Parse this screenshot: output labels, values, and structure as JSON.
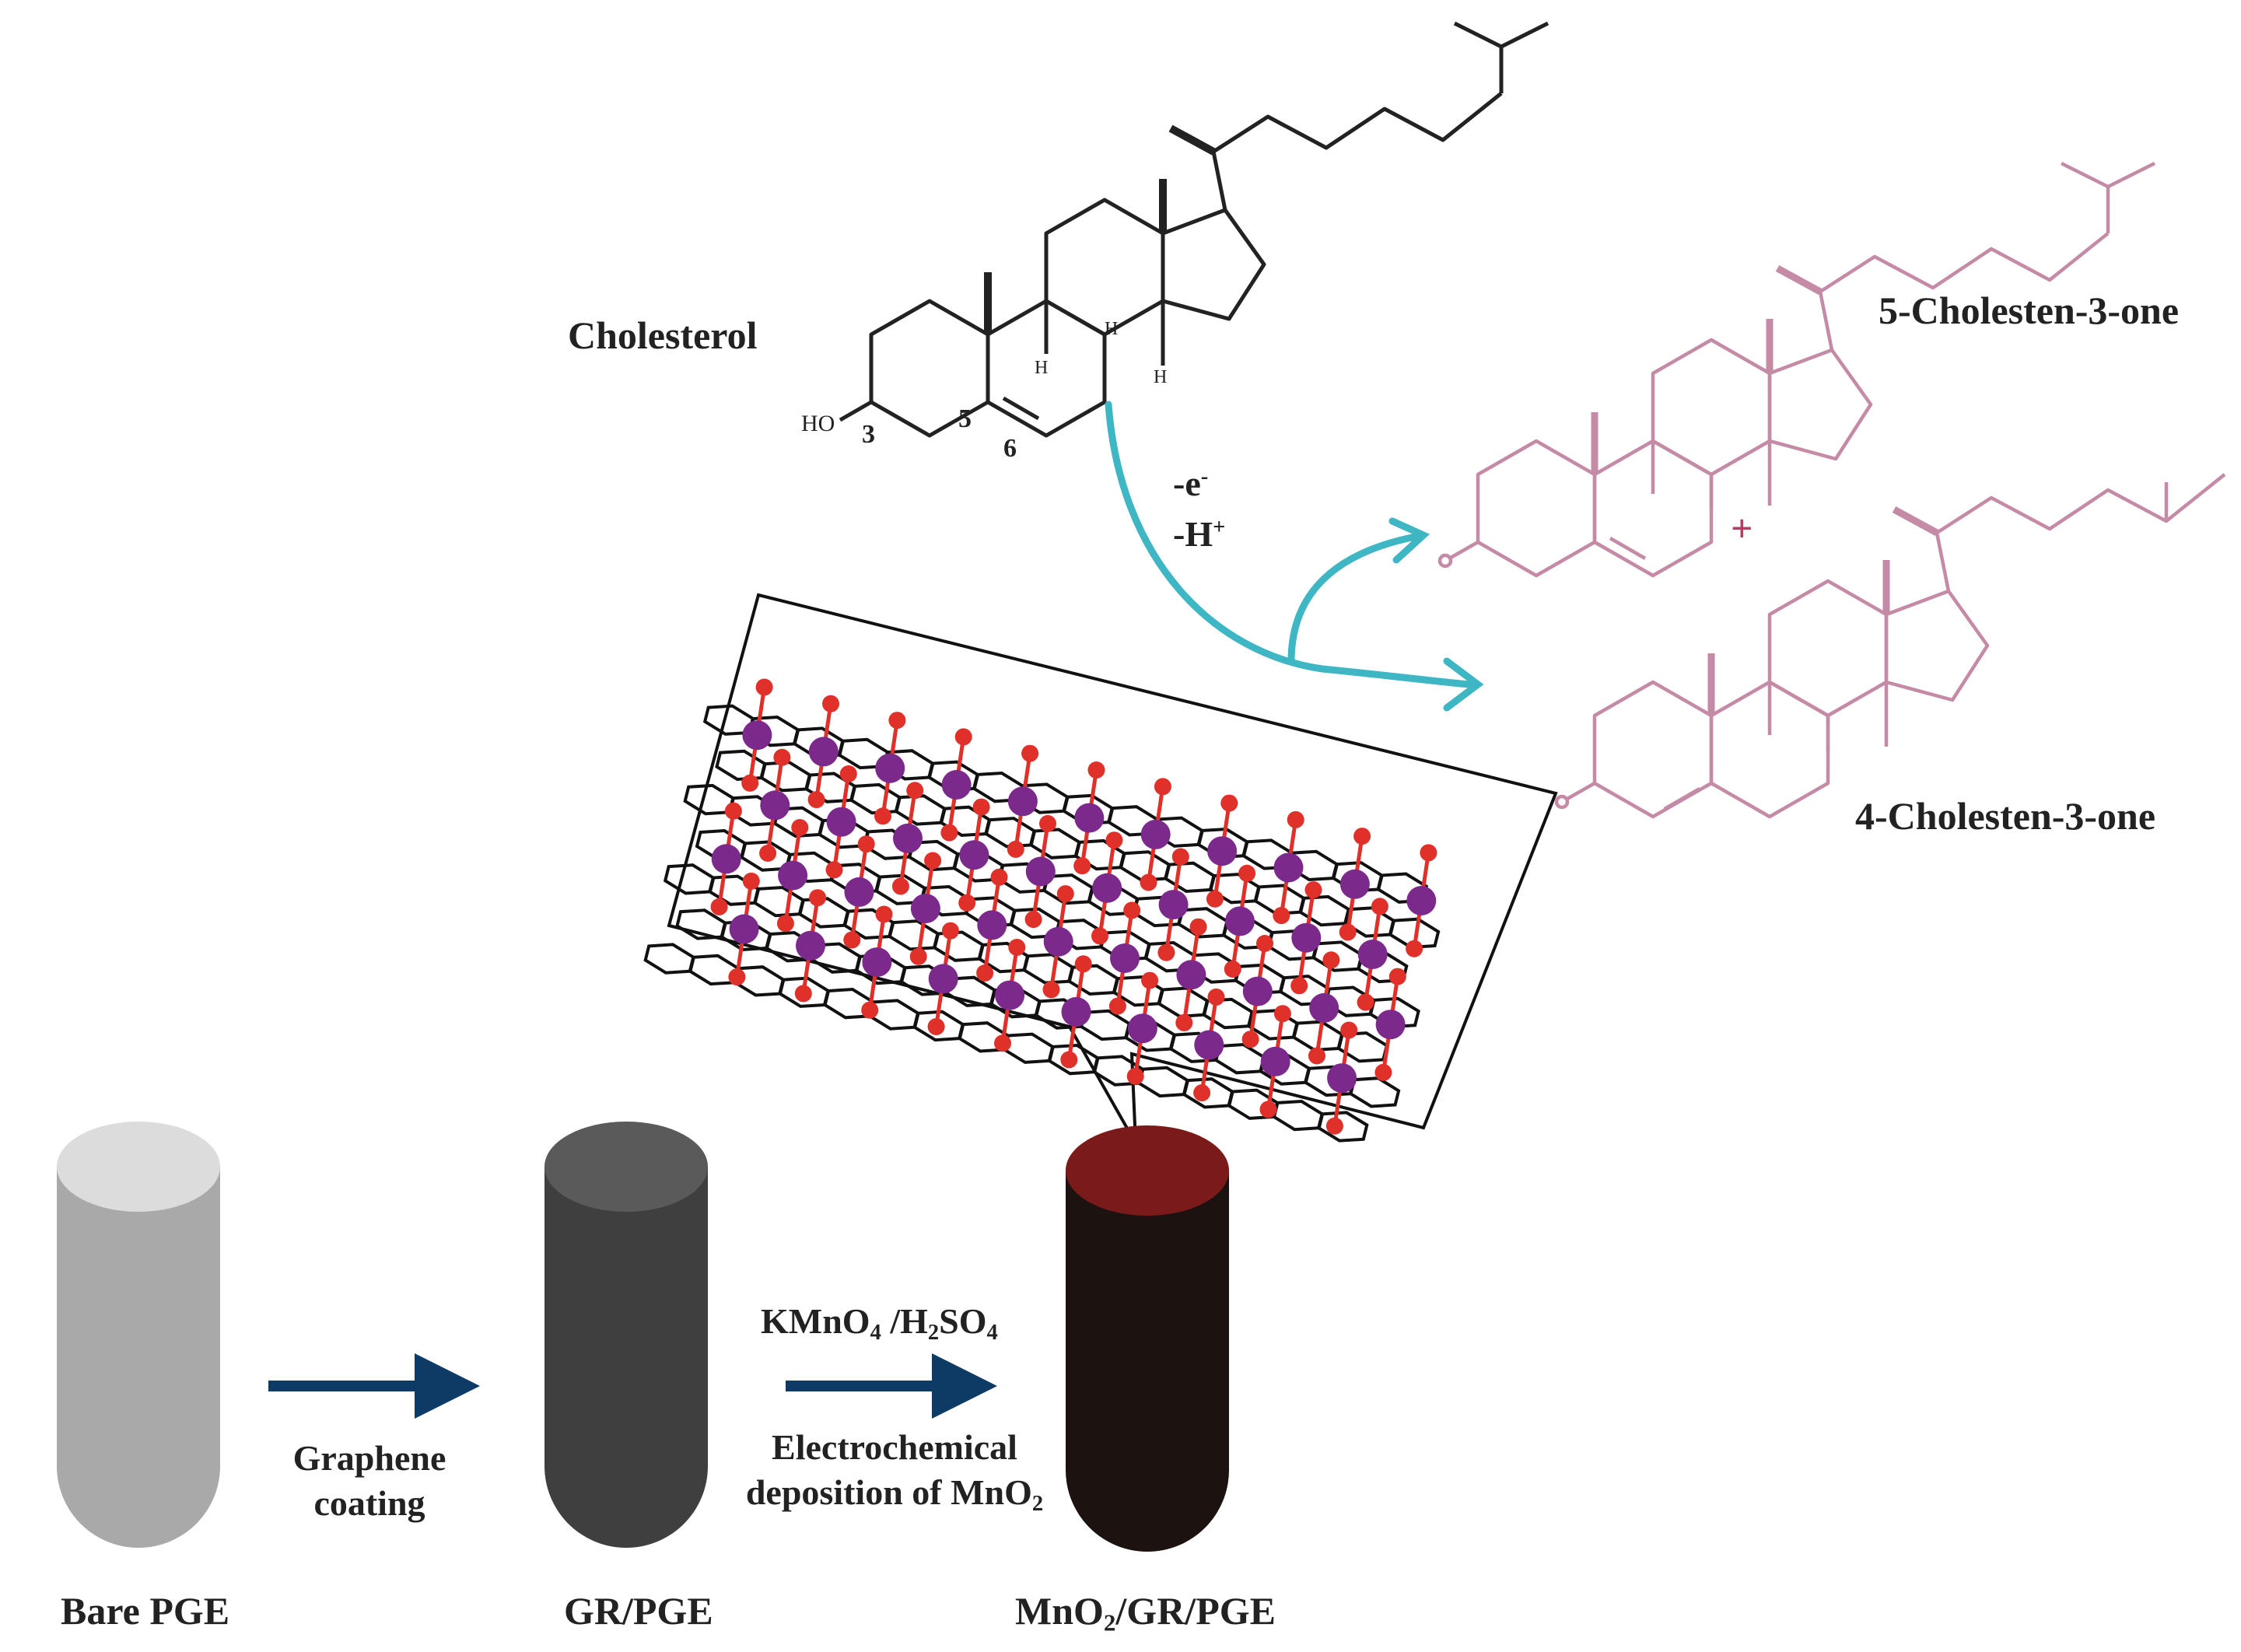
{
  "reaction": {
    "reactant": "Cholesterol",
    "loss_electron": "-e",
    "loss_electron_sup": "-",
    "loss_proton": "-H",
    "loss_proton_sup": "+",
    "product_1": "5-Cholesten-3-one",
    "product_2": "4-Cholesten-3-one",
    "plus": "+"
  },
  "atom_labels": {
    "hydroxyl": "HO",
    "c3": "3",
    "c5": "5",
    "c6": "6",
    "h": "H"
  },
  "electrodes": [
    {
      "label": "Bare PGE",
      "top_color": "#dcdcdc",
      "body_color": "#a9a9a9"
    },
    {
      "label": "GR/PGE",
      "top_color": "#5a5a5a",
      "body_color": "#3f3f3f"
    },
    {
      "label_part1": "MnO",
      "label_sub": "2",
      "label_part2": "/GR/PGE",
      "top_color": "#7a1a1a",
      "body_color": "#1c1210"
    }
  ],
  "steps": [
    {
      "line1": "Graphene",
      "line2": "coating"
    },
    {
      "reagent_part1": "KMnO",
      "reagent_sub1": "4",
      "reagent_part2": " /H",
      "reagent_sub2": "2",
      "reagent_part3": "SO",
      "reagent_sub3": "4",
      "line1": "Electrochemical",
      "line2": "deposition of MnO",
      "line2_sub": "2"
    }
  ],
  "colors": {
    "arrow_dark": "#0d3b66",
    "arrow_teal": "#3fb6c4",
    "product": "#c48aa6",
    "plus": "#b04060",
    "mn_atom": "#7b2a8c",
    "o_atom": "#e0302a"
  }
}
